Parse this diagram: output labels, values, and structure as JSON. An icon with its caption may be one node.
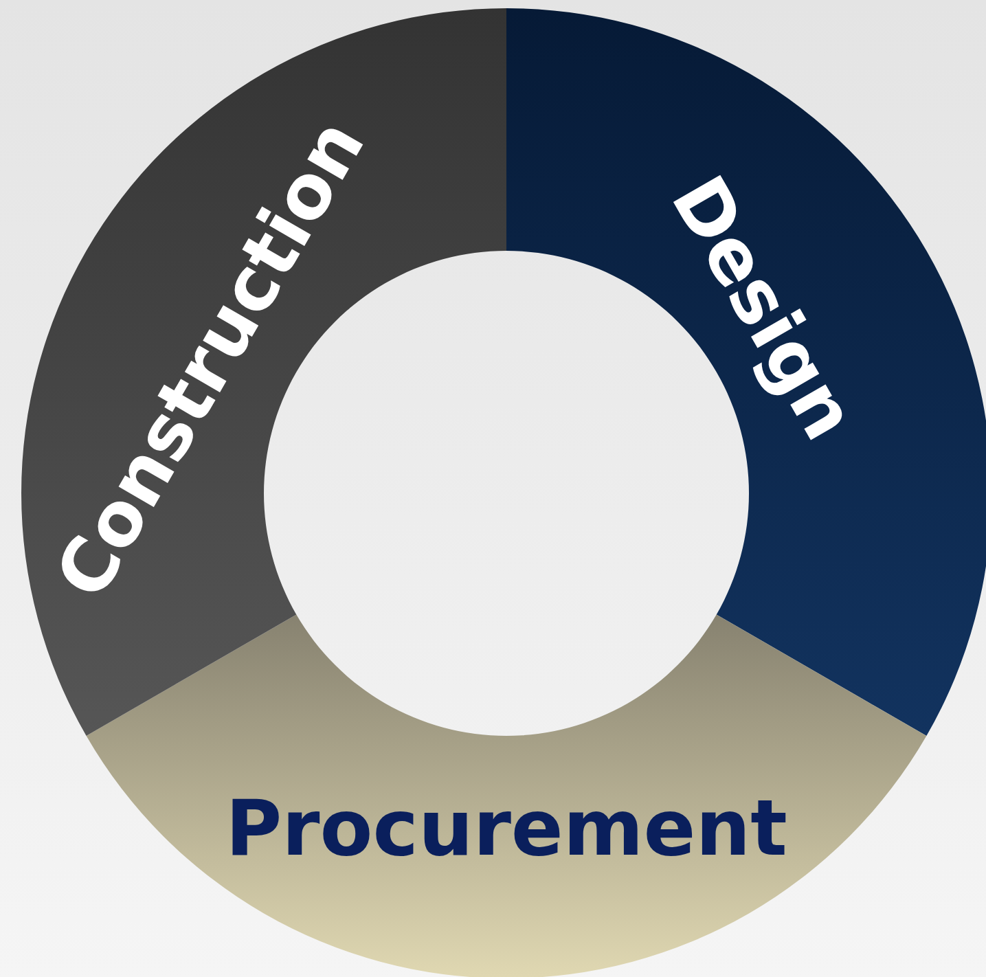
{
  "diagram": {
    "nodes": [
      {
        "text": [
          "Design"
        ]
      },
      {
        "text": [
          "Procurement"
        ]
      },
      {
        "text": [
          "Construction"
        ]
      }
    ]
  }
}
